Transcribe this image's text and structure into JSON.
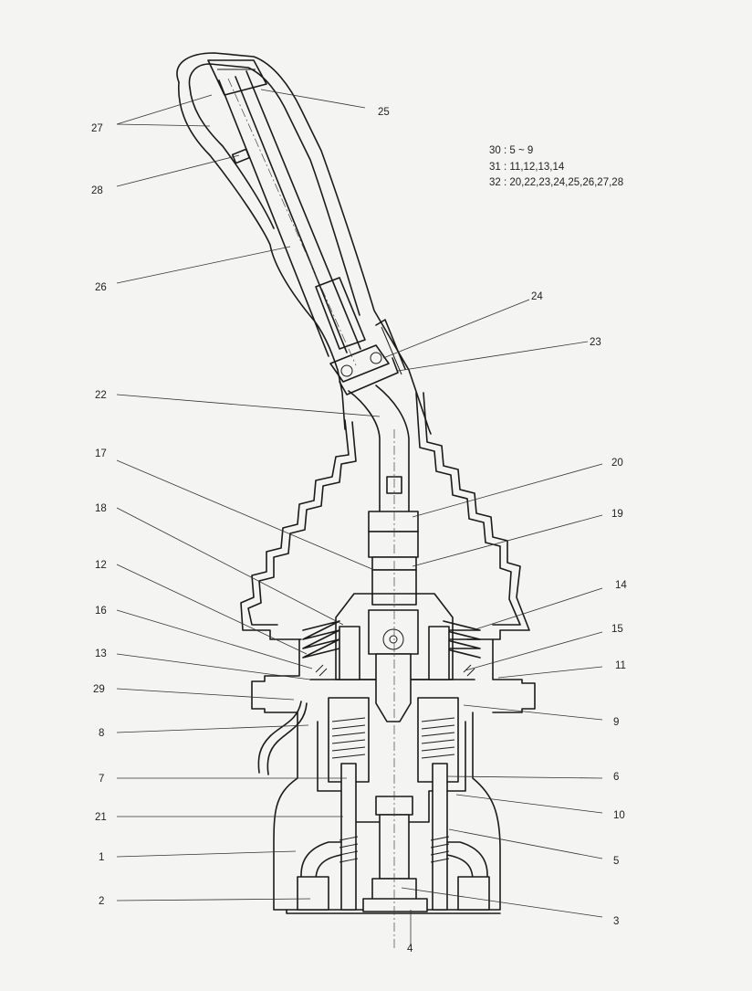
{
  "parts_legend": [
    {
      "key": "30",
      "value": "5 ~ 9"
    },
    {
      "key": "31",
      "value": "11,12,13,14"
    },
    {
      "key": "32",
      "value": "20,22,23,24,25,26,27,28"
    }
  ],
  "callouts": {
    "n1": "1",
    "n2": "2",
    "n3": "3",
    "n4": "4",
    "n5": "5",
    "n6": "6",
    "n7": "7",
    "n8": "8",
    "n9": "9",
    "n10": "10",
    "n11": "11",
    "n12": "12",
    "n13": "13",
    "n14": "14",
    "n15": "15",
    "n16": "16",
    "n17": "17",
    "n18": "18",
    "n19": "19",
    "n20": "20",
    "n21": "21",
    "n22": "22",
    "n23": "23",
    "n24": "24",
    "n25": "25",
    "n26": "26",
    "n27": "27",
    "n28": "28",
    "n29": "29"
  }
}
